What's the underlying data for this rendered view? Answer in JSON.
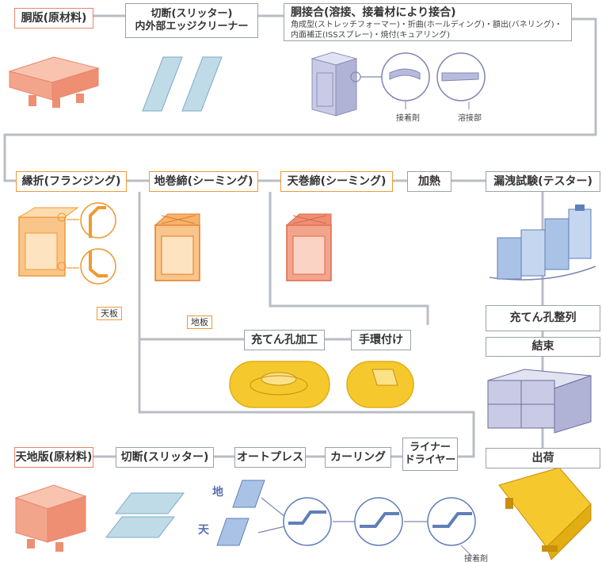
{
  "steps": {
    "dohan": "胴版(原材料)",
    "slitter_1": "切断(スリッター)",
    "slitter_2": "内外部エッジクリーナー",
    "dosetsugo_title": "胴接合(溶接、接着材により接合)",
    "dosetsugo_sub": "角成型(ストレッチフォーマー)・折曲(ホールディング)・額出(バネリング)・内面補正(ISSスプレー)・焼付(キュアリング)",
    "flanging": "縁折(フランジング)",
    "chimaki": "地巻締(シーミング)",
    "tenmaki": "天巻締(シーミング)",
    "kanetsu": "加熱",
    "rouei": "漏洩試験(テスター)",
    "juten_kako": "充てん孔加工",
    "tewa": "手環付け",
    "juten_seiretsu": "充てん孔整列",
    "kessoku": "結束",
    "shukka": "出荷",
    "tenchiban": "天地版(原材料)",
    "slitter_3": "切断(スリッター)",
    "autopress": "オートプレス",
    "curling": "カーリング",
    "liner_1": "ライナー",
    "liner_2": "ドライヤー"
  },
  "callouts": {
    "setchakuzai": "接着剤",
    "yousetsubu": "溶接部",
    "tenita": "天板",
    "chiita": "地板",
    "chi": "地",
    "ten": "天",
    "setchakuzai_2": "接着剤"
  },
  "colors": {
    "line": "#b9bec4",
    "box_border": "#9aa2ab",
    "raw_border": "#e8866a",
    "orange_border": "#ee9a32",
    "raw_fill": "#f3a58c",
    "blue_fill": "#a9c2e6",
    "can_fill": "#c9cbe6",
    "gold_fill": "#f5c92e",
    "flange_fill": "#f9c58a"
  }
}
